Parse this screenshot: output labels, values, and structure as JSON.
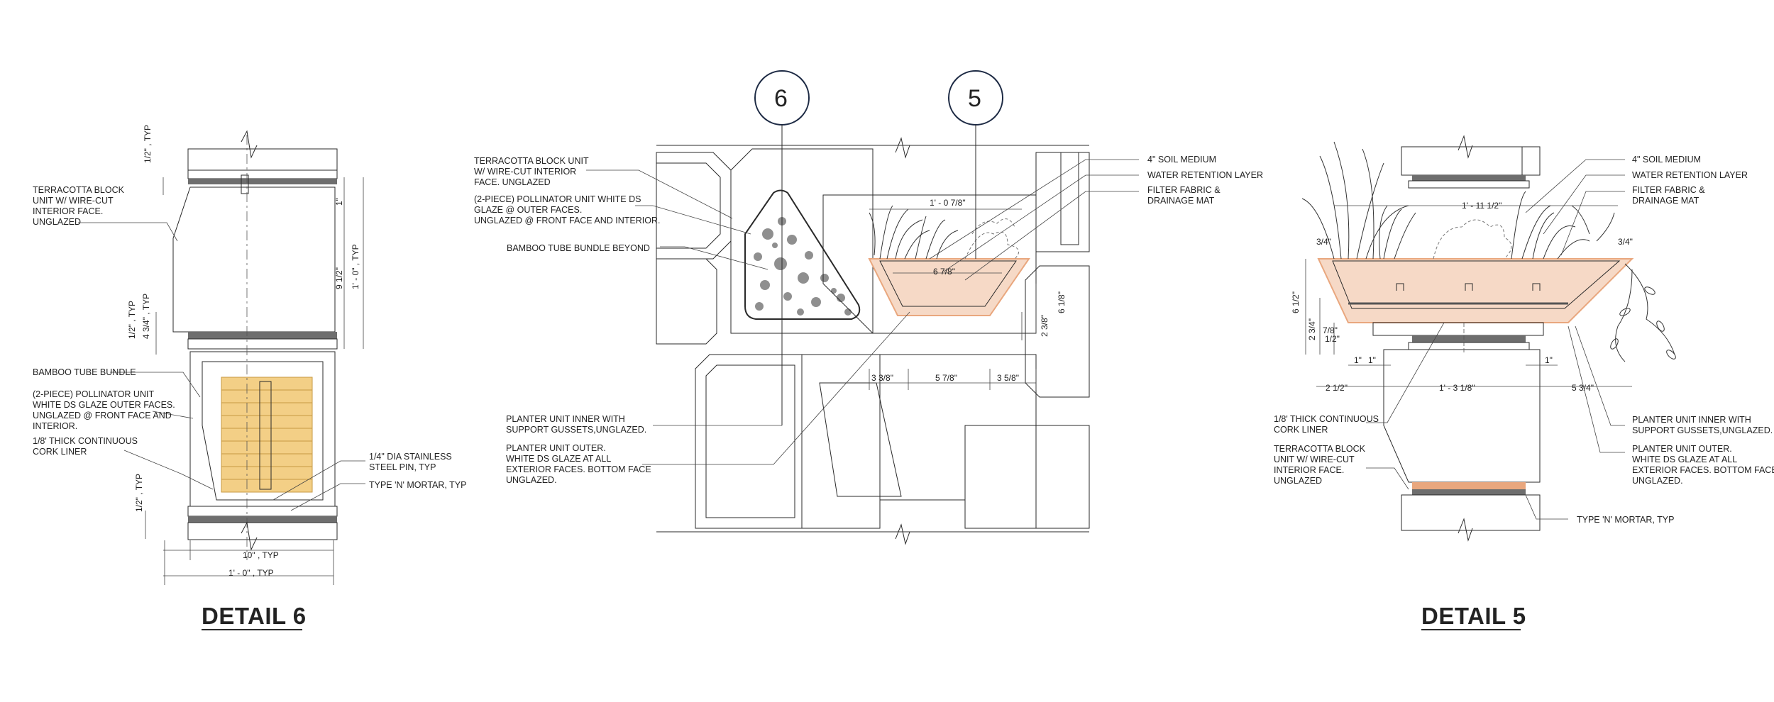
{
  "bubbles": {
    "b6": "6",
    "b5": "5"
  },
  "detail6": {
    "title": "DETAIL 6",
    "labels": {
      "tcb1": "TERRACOTTA BLOCK",
      "tcb2": "UNIT W/ WIRE-CUT",
      "tcb3": "INTERIOR FACE.",
      "tcb4": "UNGLAZED",
      "bamboo": "BAMBOO TUBE BUNDLE",
      "poll1": "(2-PIECE) POLLINATOR UNIT",
      "poll2": "WHITE  DS GLAZE  OUTER FACES.",
      "poll3": "UNGLAZED @ FRONT FACE AND",
      "poll4": "INTERIOR.",
      "cork1": "1/8' THICK CONTINUOUS",
      "cork2": "CORK LINER",
      "pin1": "1/4\" DIA STAINLESS",
      "pin2": "STEEL PIN, TYP",
      "mortar": "TYPE 'N' MORTAR, TYP"
    },
    "dims": {
      "d_half_top": "1/2\" , TYP",
      "d_1": "1\"",
      "d_9half": "9 1/2\"",
      "d_1ft": "1' - 0\" , TYP",
      "d_half_mid": "1/2\" , TYP",
      "d_4_3_4": "4 3/4\" , TYP",
      "d_half_bot": "1/2\" , TYP",
      "d_10": "10\" , TYP",
      "d_1ft_bot": "1' - 0\" , TYP"
    }
  },
  "center": {
    "labels": {
      "tcb1": "TERRACOTTA BLOCK UNIT",
      "tcb2": "W/ WIRE-CUT INTERIOR",
      "tcb3": "FACE. UNGLAZED",
      "poll1": "(2-PIECE) POLLINATOR UNIT WHITE  DS",
      "poll2": "GLAZE @ OUTER FACES.",
      "poll3": "UNGLAZED @ FRONT FACE AND INTERIOR.",
      "bamboo": "BAMBOO TUBE BUNDLE BEYOND",
      "soil": "4\" SOIL MEDIUM",
      "water": "WATER RETENTION LAYER",
      "filter1": "FILTER FABRIC &",
      "filter2": "DRAINAGE MAT",
      "inner1": "PLANTER UNIT INNER WITH",
      "inner2": "SUPPORT GUSSETS,UNGLAZED.",
      "outer1": "PLANTER UNIT OUTER.",
      "outer2": "WHITE DS GLAZE AT ALL",
      "outer3": "EXTERIOR FACES. BOTTOM FACE",
      "outer4": "UNGLAZED."
    },
    "dims": {
      "d_top": "1' - 0 7/8\"",
      "d_inner": "6 7/8\"",
      "d_6_1_8": "6 1/8\"",
      "d_2_3_8": "2 3/8\"",
      "d_3_3_8": "3 3/8\"",
      "d_5_7_8": "5 7/8\"",
      "d_3_5_8": "3 5/8\""
    }
  },
  "detail5": {
    "title": "DETAIL 5",
    "labels": {
      "soil": "4\" SOIL MEDIUM",
      "water": "WATER RETENTION LAYER",
      "filter1": "FILTER FABRIC &",
      "filter2": "DRAINAGE MAT",
      "cork1": "1/8' THICK CONTINUOUS",
      "cork2": "CORK LINER",
      "tcb1": "TERRACOTTA BLOCK",
      "tcb2": "UNIT W/ WIRE-CUT",
      "tcb3": "INTERIOR FACE.",
      "tcb4": "UNGLAZED",
      "inner1": "PLANTER UNIT INNER WITH",
      "inner2": "SUPPORT GUSSETS,UNGLAZED.",
      "outer1": "PLANTER UNIT OUTER.",
      "outer2": "WHITE DS GLAZE AT ALL",
      "outer3": "EXTERIOR FACES. BOTTOM FACE",
      "outer4": "UNGLAZED.",
      "mortar": "TYPE 'N' MORTAR, TYP"
    },
    "dims": {
      "d_1_11": "1' - 11 1/2\"",
      "d_3_4_l": "3/4\"",
      "d_3_4_r": "3/4\"",
      "d_6_1_2": "6 1/2\"",
      "d_2_3_4": "2 3/4\"",
      "d_7_8": "7/8\"",
      "d_1_2": "1/2\"",
      "d_1a": "1\"",
      "d_1b": "1\"",
      "d_1c": "1\"",
      "d_2_1_2": "2 1/2\"",
      "d_1_3_1_8": "1' - 3 1/8\"",
      "d_5_3_4": "5 3/4\""
    }
  },
  "colors": {
    "ink": "#2a2a2a",
    "cream": "#f6f3ea",
    "concrete": "#ebe7dc",
    "terracotta": "#f6d9c6",
    "terracotta_dark": "#e9a77e",
    "bamboo": "#f3cf86",
    "bamboo_line": "#c79a43",
    "gray_pin": "#8c8c8c",
    "mortar": "#6e6e6e"
  }
}
